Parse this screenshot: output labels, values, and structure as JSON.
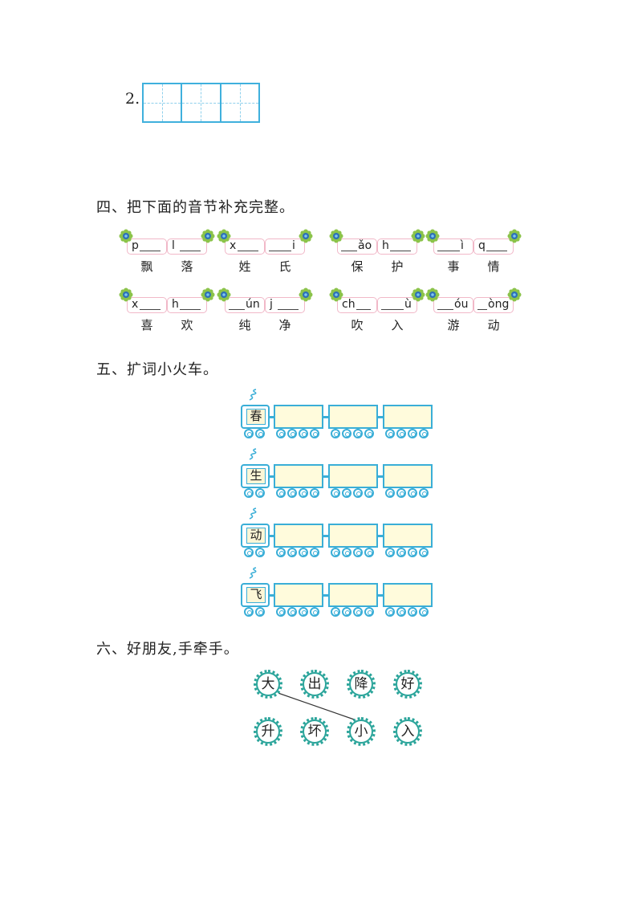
{
  "section3": {
    "item_number": "2."
  },
  "section4": {
    "heading": "四、把下面的音节补充完整。",
    "row1": [
      {
        "prefix": "p",
        "suffix": "",
        "hanzi": "飘"
      },
      {
        "prefix": "l",
        "suffix": "",
        "hanzi": "落"
      },
      {
        "prefix": "x",
        "suffix": "",
        "hanzi": "姓"
      },
      {
        "prefix": "",
        "suffix": "i",
        "hanzi": "氏"
      },
      {
        "prefix": "",
        "suffix": "ǎo",
        "hanzi": "保"
      },
      {
        "prefix": "h",
        "suffix": "",
        "hanzi": "护"
      },
      {
        "prefix": "",
        "suffix": "ì",
        "hanzi": "事"
      },
      {
        "prefix": "q",
        "suffix": "",
        "hanzi": "情"
      }
    ],
    "row2": [
      {
        "prefix": "x",
        "suffix": "",
        "hanzi": "喜"
      },
      {
        "prefix": "h",
        "suffix": "",
        "hanzi": "欢"
      },
      {
        "prefix": "",
        "suffix": "ún",
        "hanzi": "纯"
      },
      {
        "prefix": "j",
        "suffix": "",
        "hanzi": "净"
      },
      {
        "prefix": "ch",
        "suffix": "",
        "hanzi": "吹"
      },
      {
        "prefix": "",
        "suffix": "ù",
        "hanzi": "入"
      },
      {
        "prefix": "",
        "suffix": "óu",
        "hanzi": "游"
      },
      {
        "prefix": "",
        "suffix": "òng",
        "hanzi": "动"
      }
    ]
  },
  "section5": {
    "heading": "五、扩词小火车。",
    "trains": [
      "春",
      "生",
      "动",
      "飞"
    ]
  },
  "section6": {
    "heading": "六、好朋友,手牵手。",
    "top": [
      "大",
      "出",
      "降",
      "好"
    ],
    "bottom": [
      "升",
      "坏",
      "小",
      "入"
    ]
  },
  "colors": {
    "accent_blue": "#3aaed7",
    "pill_pink": "#f1b8c8",
    "circle_teal": "#2aa49a",
    "car_fill": "#fffbdc"
  }
}
